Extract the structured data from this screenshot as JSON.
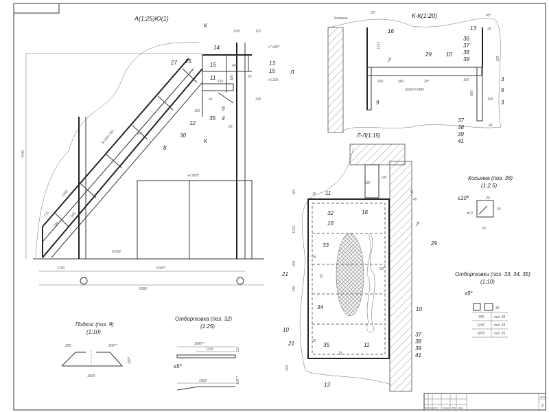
{
  "view_a": {
    "title": "А(1:25)Ю(1)",
    "section_mark": "К",
    "section_mark_l": "Л",
    "callouts": [
      "14",
      "25",
      "27",
      "15",
      "11",
      "5",
      "13",
      "15",
      "9",
      "4",
      "35",
      "12",
      "30",
      "8"
    ],
    "dims": [
      "630",
      "110",
      "+7.440*",
      "+6.220",
      "100",
      "25",
      "515",
      "40°",
      "45",
      "315",
      "25",
      "5х150=750",
      "40°",
      "1350",
      "715",
      "740",
      "505",
      "+2.800*",
      "0.000",
      "1700",
      "6000*",
      "8160",
      "7440"
    ]
  },
  "section_kk": {
    "title": "К-К(1:20)",
    "column_label": "Колонна",
    "callouts": [
      "16",
      "7",
      "29",
      "10",
      "13",
      "36",
      "37",
      "38",
      "39",
      "3",
      "9",
      "3",
      "9",
      "37",
      "38",
      "39",
      "41"
    ],
    "dims": [
      "25*",
      "40*",
      "1215",
      "25",
      "100",
      "650",
      "660",
      "25*",
      "3х660=1980",
      "100",
      "800",
      "100",
      "45"
    ]
  },
  "section_ll": {
    "title": "Л-Л(1:15)",
    "callouts": [
      "11",
      "32",
      "16",
      "16",
      "7",
      "33",
      "29",
      "21",
      "34",
      "10",
      "10",
      "21",
      "35",
      "11",
      "37",
      "38",
      "39",
      "41",
      "13"
    ],
    "dims": [
      "630",
      "100",
      "160",
      "15",
      "45",
      "1210",
      "15",
      "400",
      "730",
      "20",
      "50*",
      "15",
      "50",
      "200",
      "45"
    ]
  },
  "gusset": {
    "title": "Косынка (поз. 36)",
    "scale": "(1:2.5)",
    "thickness": "s10*",
    "hole": "ø10",
    "dims": [
      "20",
      "60",
      "60"
    ]
  },
  "flanges": {
    "title": "Отбортовки (поз. 33, 34, 35)",
    "scale": "(1:10)",
    "thickness": "s5*",
    "height_dim": "45",
    "rows": [
      {
        "length": "440",
        "pos": "поз. 33"
      },
      {
        "length": "1240",
        "pos": "поз. 34"
      },
      {
        "length": "1855",
        "pos": "поз. 35"
      }
    ]
  },
  "brace": {
    "title": "Подкос (поз. 9)",
    "scale": "(1:10)",
    "dims": [
      "200",
      "200**",
      "200*",
      "1500"
    ]
  },
  "flange32": {
    "title": "Отбортовка (поз. 32)",
    "scale": "(1:25)",
    "thickness": "s5*",
    "dims": [
      "1890**",
      "1190",
      "110",
      "1900",
      "120**"
    ]
  },
  "title_block": {
    "cells": [
      "Изм.",
      "Кол.уч",
      "Лист",
      "№ докум.",
      "Подп.",
      "Дата"
    ],
    "sheet_label": "Лист",
    "sheet_number": "2"
  }
}
